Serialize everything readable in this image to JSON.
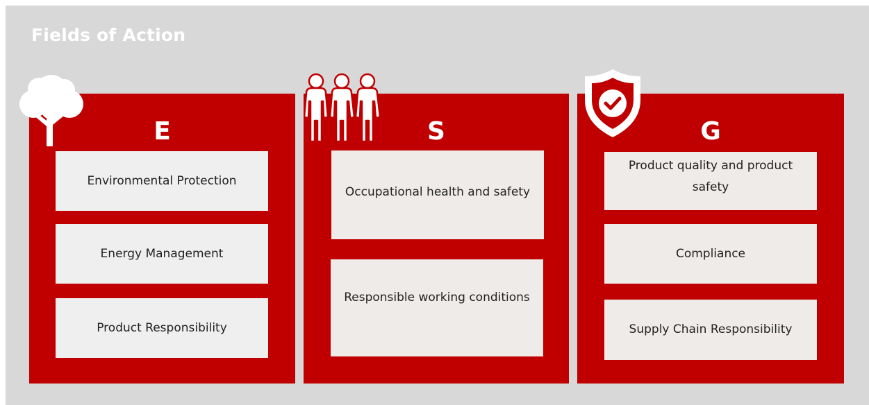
{
  "title": "Fields of Action",
  "colors": {
    "background": "#d8d8d8",
    "accent": "#c00000",
    "card": "#eeebe8",
    "text": "#222222"
  },
  "columns": [
    {
      "letter": "E",
      "icon": "tree-icon",
      "items": [
        "Environmental Protection",
        "Energy Management",
        "Product Responsibility"
      ]
    },
    {
      "letter": "S",
      "icon": "people-icon",
      "items": [
        "Occupational health and safety",
        "Responsible working conditions"
      ]
    },
    {
      "letter": "G",
      "icon": "shield-check-icon",
      "items": [
        "Product quality and product safety",
        "Compliance",
        "Supply Chain Responsibility"
      ]
    }
  ]
}
